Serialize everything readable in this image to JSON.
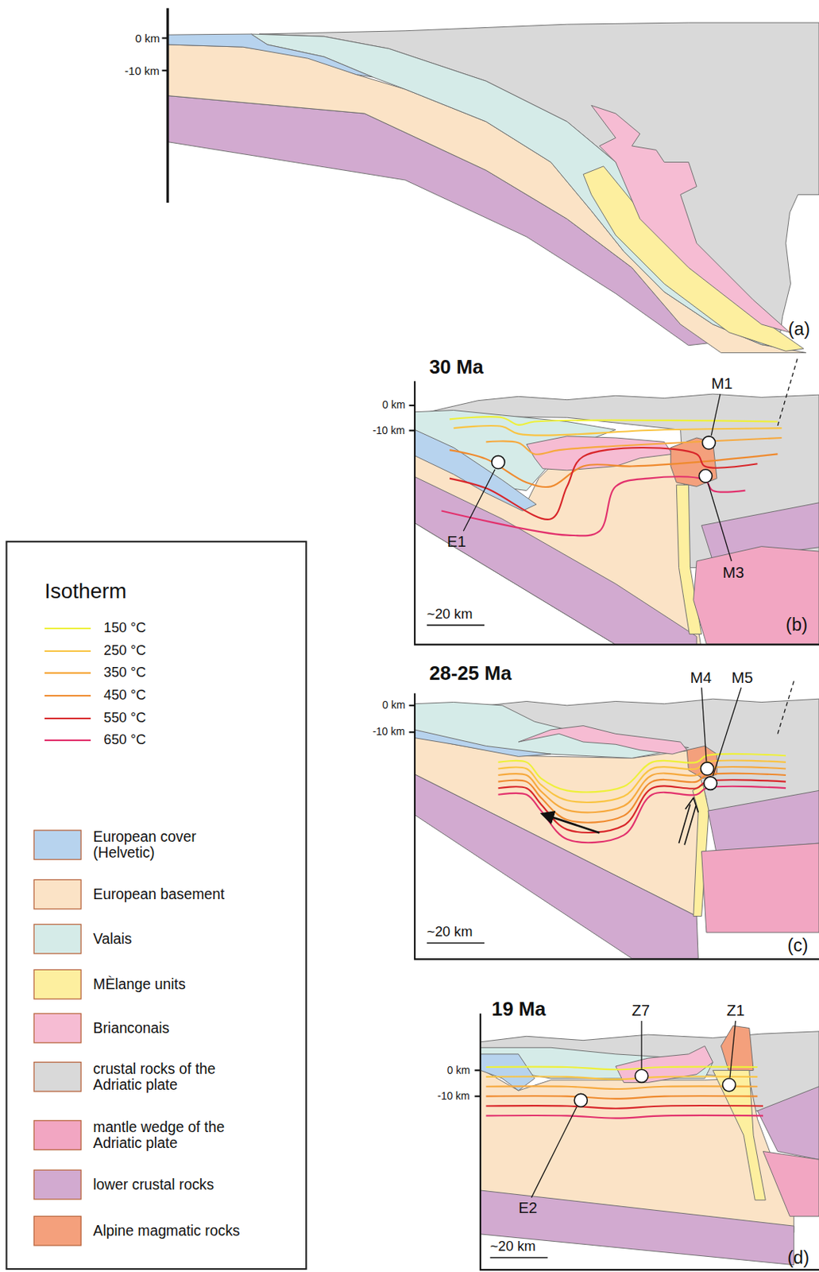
{
  "diagram": {
    "labels": [
      "0 km",
      "-10 km",
      "(a)",
      "30 Ma",
      "0 km",
      "-10 km",
      "M1",
      "E1",
      "M3",
      "~20 km",
      "(b)",
      "28-25 Ma",
      "0 km",
      "-10 km",
      "M4",
      "M5",
      "~20 km",
      "(c)",
      "19 Ma",
      "0 km",
      "-10 km",
      "Z7",
      "Z1",
      "E2",
      "~20 km",
      "(d)",
      "Isotherm"
    ],
    "legend": [
      {
        "text": "150 °C"
      },
      {
        "text": "250 °C"
      },
      {
        "text": "350 °C"
      },
      {
        "text": "450 °C"
      },
      {
        "text": "550 °C"
      },
      {
        "text": "650 °C"
      },
      {
        "text": "European cover (Helvetic)",
        "color": "#b7d3ee"
      },
      {
        "text": "European basement",
        "color": "#fbe3c6"
      },
      {
        "text": "Valais",
        "color": "#d5ebe8"
      },
      {
        "text": "MÈlange units",
        "color": "#fdef9f"
      },
      {
        "text": "Brianconais",
        "color": "#f6bcd3"
      },
      {
        "text": "crustal rocks of the Adriatic plate",
        "color": "#d9d9d9"
      },
      {
        "text": "mantle wedge of the Adriatic plate",
        "color": "#f2a6c2"
      },
      {
        "text": "lower crustal rocks",
        "color": "#d2aad0"
      },
      {
        "text": "Alpine magmatic rocks",
        "color": "#f4a07c"
      }
    ]
  }
}
